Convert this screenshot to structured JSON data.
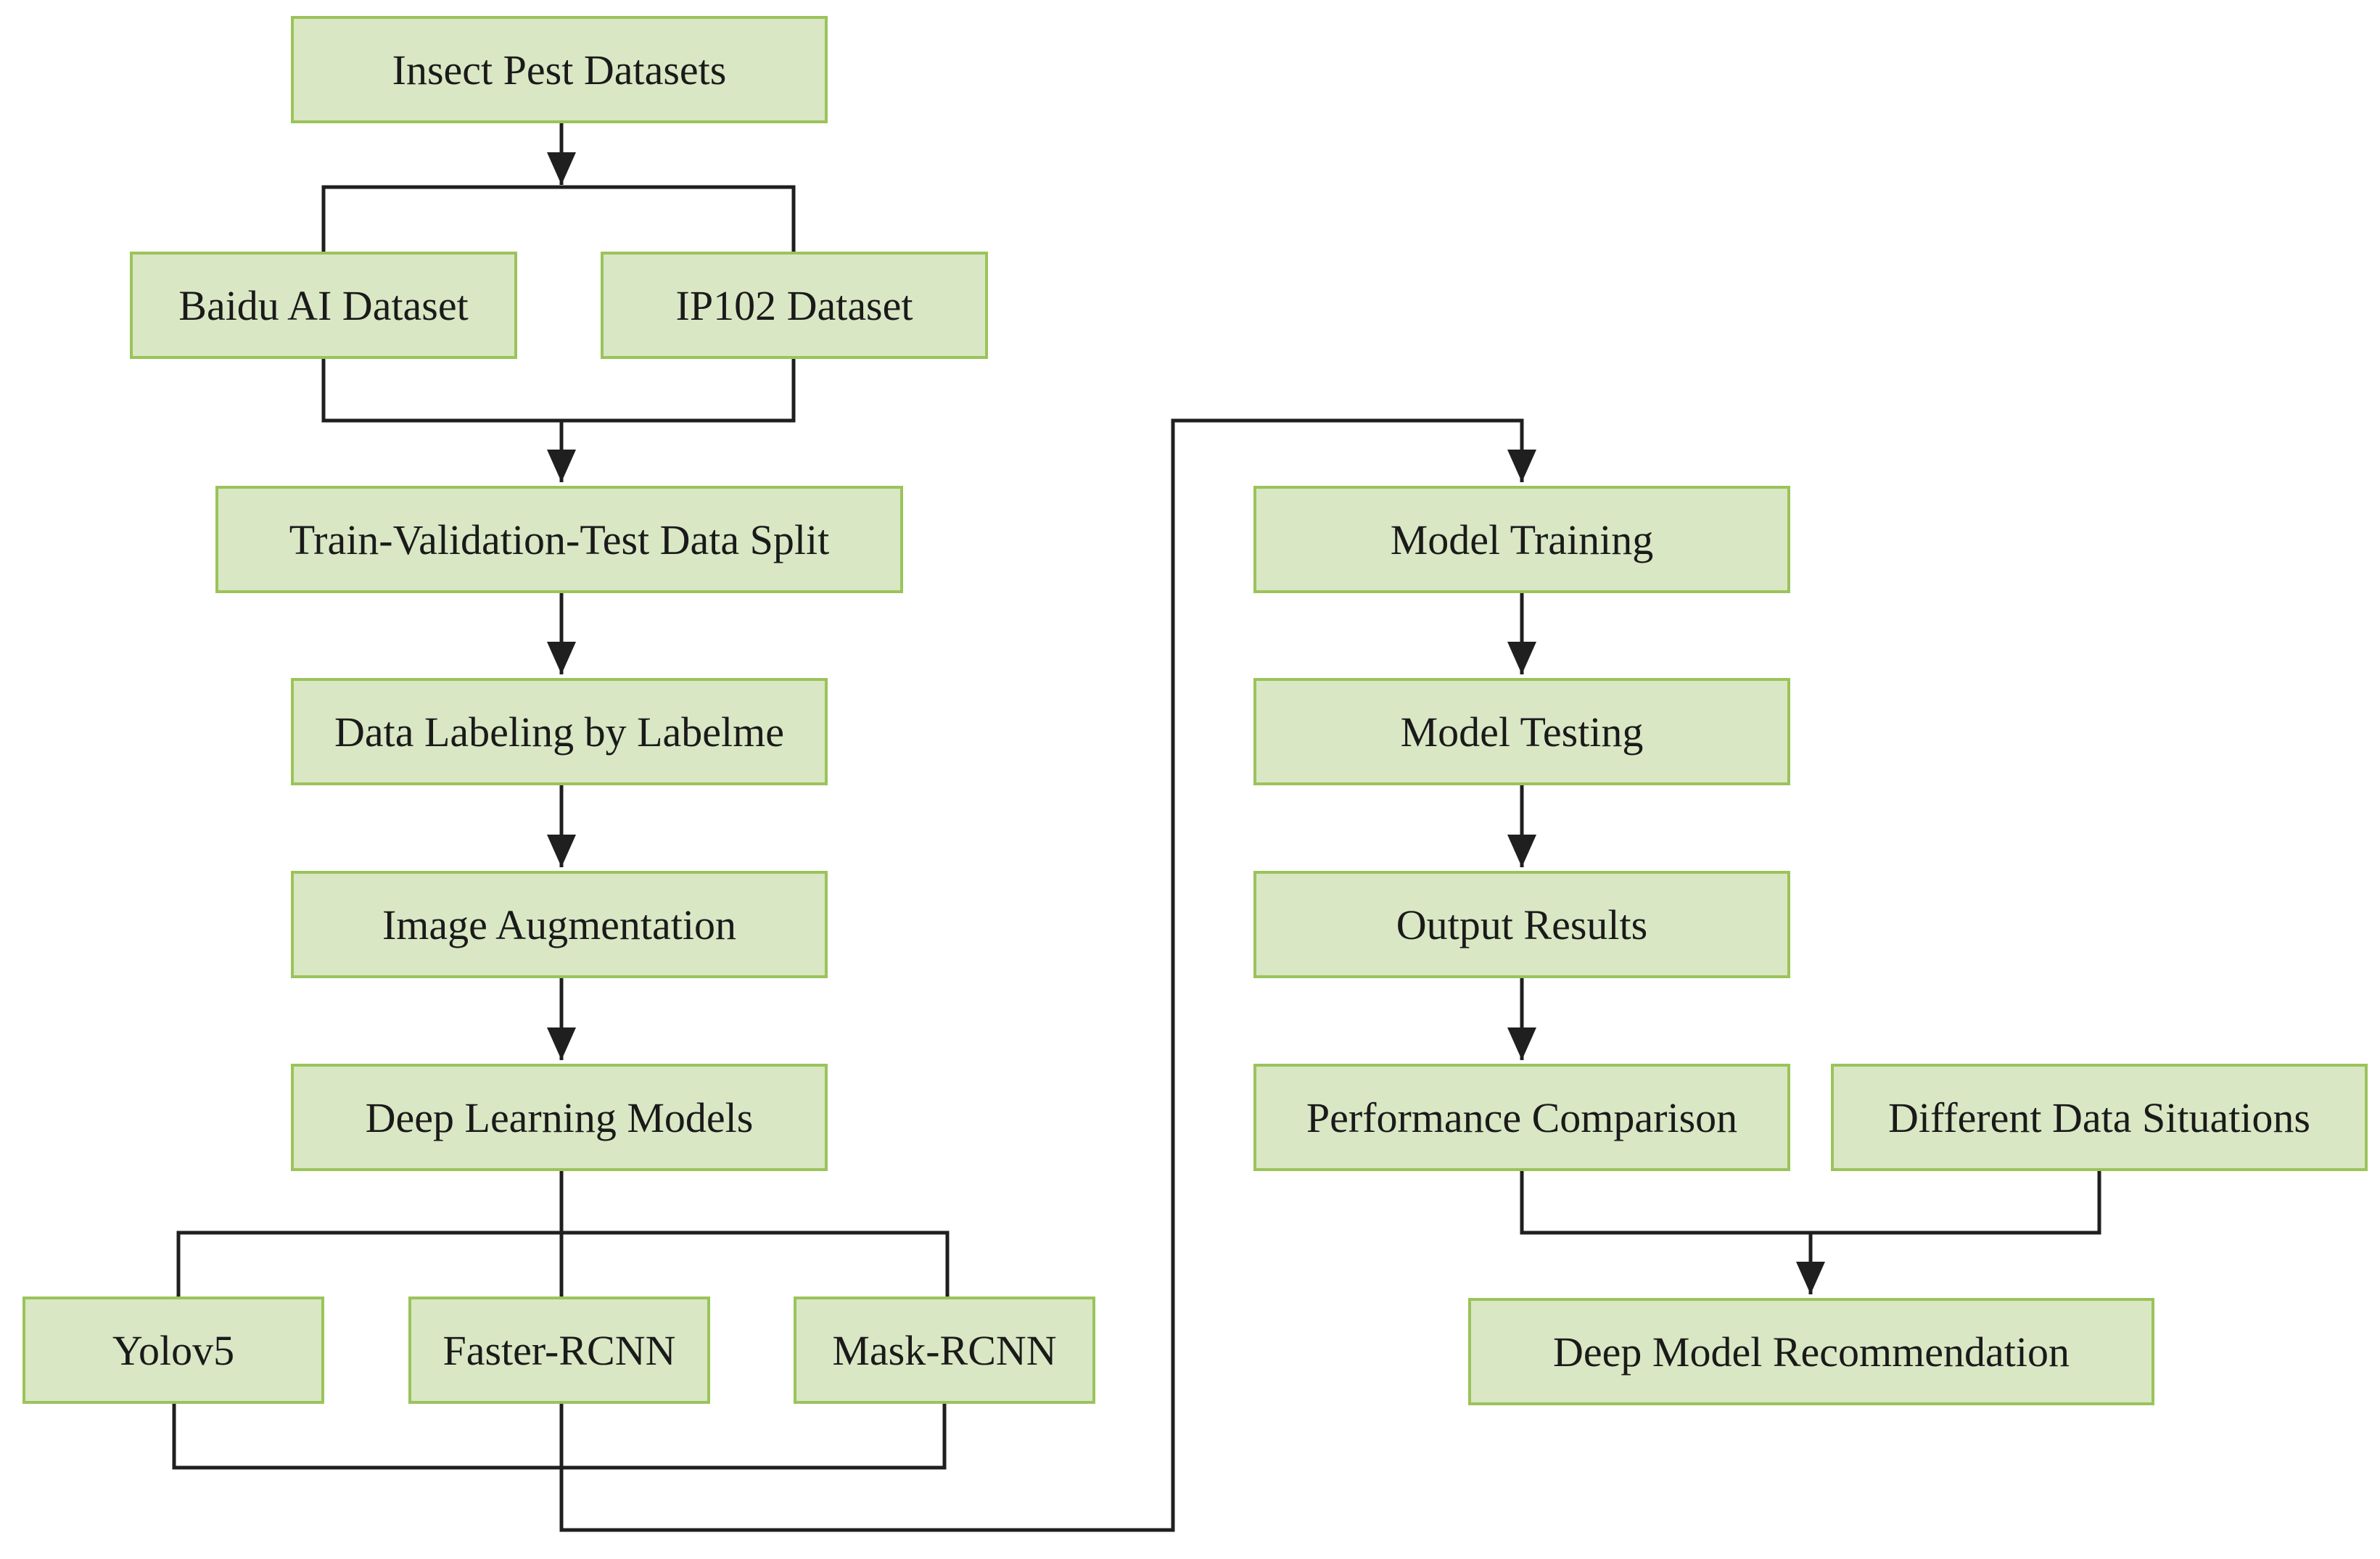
{
  "colors": {
    "node_fill": "#d9e7c4",
    "node_border": "#9bc35a",
    "connector": "#1f1f1f",
    "text": "#1a1a1a"
  },
  "nodes": {
    "insect_pest_datasets": "Insect Pest Datasets",
    "baidu_ai_dataset": "Baidu AI Dataset",
    "ip102_dataset": "IP102 Dataset",
    "data_split": "Train-Validation-Test Data Split",
    "data_labeling": "Data Labeling by Labelme",
    "image_augmentation": "Image Augmentation",
    "deep_learning_models": "Deep Learning Models",
    "yolov5": "Yolov5",
    "faster_rcnn": "Faster-RCNN",
    "mask_rcnn": "Mask-RCNN",
    "model_training": "Model Training",
    "model_testing": "Model Testing",
    "output_results": "Output Results",
    "performance_comparison": "Performance Comparison",
    "different_data_situations": "Different Data Situations",
    "deep_model_recommendation": "Deep Model Recommendation"
  }
}
